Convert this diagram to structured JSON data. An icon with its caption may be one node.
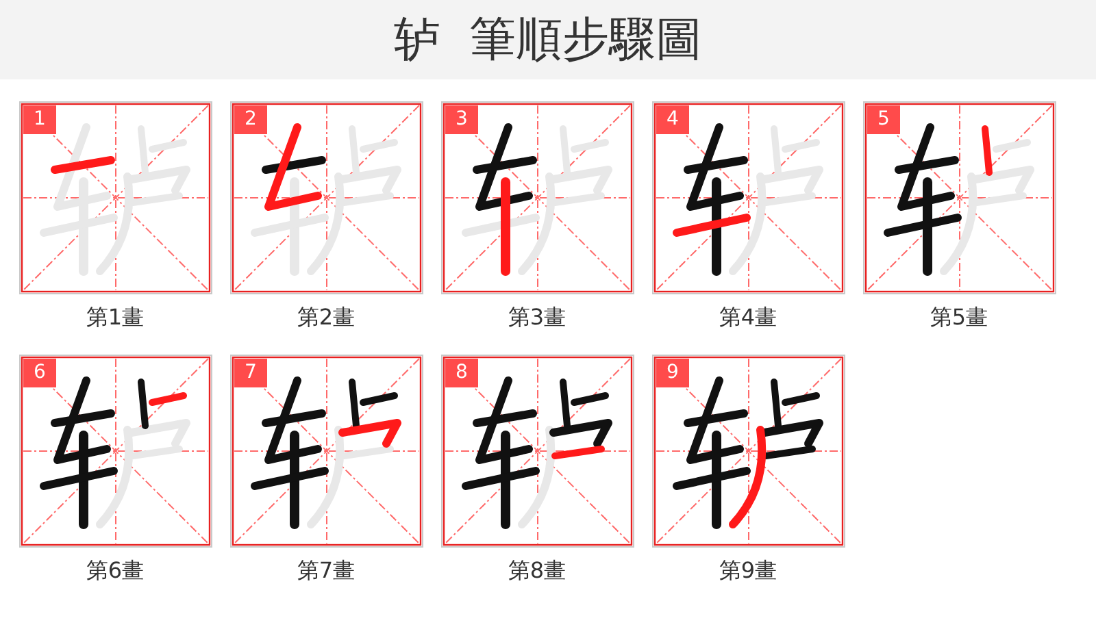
{
  "diagram": {
    "title": "轳 筆順步驟圖",
    "nodes": [
      {
        "text": [
          "1"
        ],
        "beside": [
          "第1畫"
        ]
      },
      {
        "text": [
          "2"
        ],
        "beside": [
          "第2畫"
        ]
      },
      {
        "text": [
          "3"
        ],
        "beside": [
          "第3畫"
        ]
      },
      {
        "text": [
          "4"
        ],
        "beside": [
          "第4畫"
        ]
      },
      {
        "text": [
          "5"
        ],
        "beside": [
          "第5畫"
        ]
      },
      {
        "text": [
          "6"
        ],
        "beside": [
          "第6畫"
        ]
      },
      {
        "text": [
          "7"
        ],
        "beside": [
          "第7畫"
        ]
      },
      {
        "text": [
          "8"
        ],
        "beside": [
          "第8畫"
        ]
      },
      {
        "text": [
          "9"
        ],
        "beside": [
          "第9畫"
        ]
      }
    ]
  }
}
